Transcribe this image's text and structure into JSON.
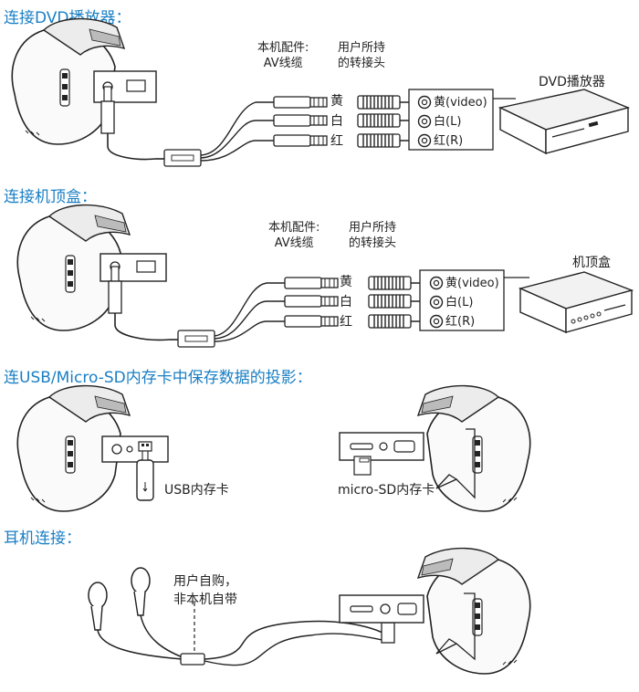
{
  "sections": [
    {
      "heading": "连接DVD播放器：",
      "cable_label": [
        "本机配件:",
        "AV线缆"
      ],
      "adapter_label": [
        "用户所持",
        "的转接头"
      ],
      "colors_cn": [
        "黄",
        "白",
        "红"
      ],
      "jacks": [
        "黄(video)",
        "白(L)",
        "红(R)"
      ],
      "device_label": "DVD播放器"
    },
    {
      "heading": "连接机顶盒：",
      "cable_label": [
        "本机配件:",
        "AV线缆"
      ],
      "adapter_label": [
        "用户所持",
        "的转接头"
      ],
      "colors_cn": [
        "黄",
        "白",
        "红"
      ],
      "jacks": [
        "黄(video)",
        "白(L)",
        "红(R)"
      ],
      "device_label": "机顶盒"
    },
    {
      "heading": "连USB/Micro-SD内存卡中保存数据的投影：",
      "usb_label": "USB内存卡",
      "sd_label": "micro-SD内存卡"
    },
    {
      "heading": "耳机连接：",
      "earphone_note": [
        "用户自购，",
        "非本机自带"
      ]
    }
  ],
  "colors": {
    "heading": "#1a7fc4",
    "line": "#222222",
    "fill_light": "#f2f2f2"
  },
  "icons": [
    "projector-icon",
    "av-cable-icon",
    "rca-plug-icon",
    "rca-jack-icon",
    "dvd-player-icon",
    "set-top-box-icon",
    "usb-drive-icon",
    "micro-sd-card-icon",
    "earphones-icon"
  ]
}
